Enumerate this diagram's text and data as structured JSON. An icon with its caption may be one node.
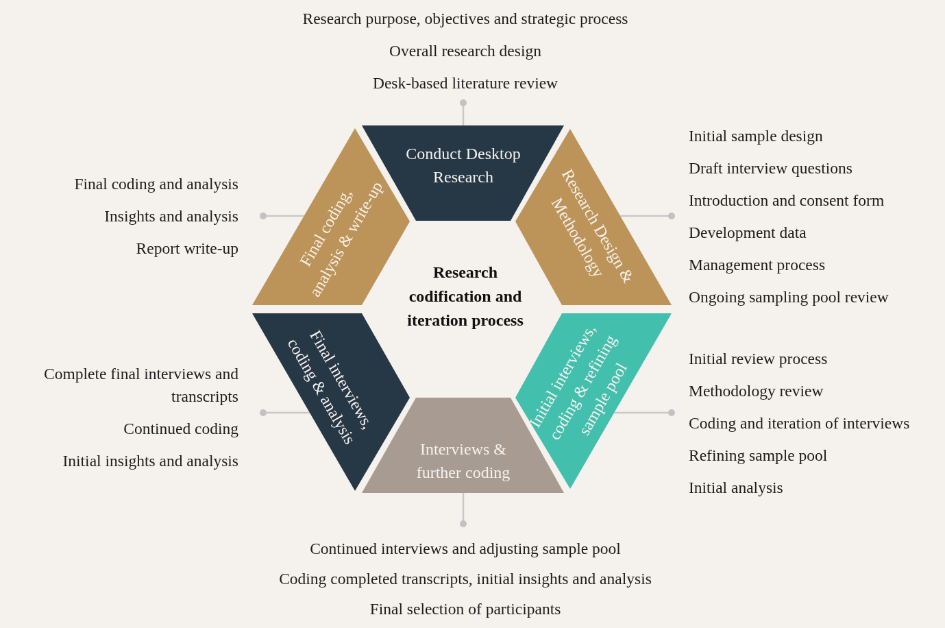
{
  "diagram": {
    "nodes": [
      {
        "text": [
          "Conduct Desktop Research"
        ]
      },
      {
        "text": [
          "Research Design & Methodology"
        ]
      },
      {
        "text": [
          "Initial interviews, coding & refining sample pool"
        ]
      },
      {
        "text": [
          "Interviews & further coding"
        ]
      },
      {
        "text": [
          "Final interviews, coding & analysis"
        ]
      },
      {
        "text": [
          "Final coding, analysis & write-up"
        ]
      },
      {
        "text": [
          "Research purpose, objectives and strategic process",
          "Overall research design",
          "Desk-based literature review"
        ]
      },
      {
        "text": [
          "Initial sample design",
          "Draft interview questions",
          "Introduction and consent form",
          "Development data",
          "Management process",
          "Ongoing sampling pool review"
        ]
      },
      {
        "text": [
          "Initial review process",
          "Methodology review",
          "Coding and iteration of interviews",
          "Refining sample pool",
          "Initial analysis"
        ]
      },
      {
        "text": [
          "Continued interviews and adjusting sample pool",
          "Coding completed transcripts, initial insights and analysis",
          "Final selection of participants"
        ]
      },
      {
        "text": [
          "Complete final interviews and transcripts",
          "Continued coding",
          "Initial insights and analysis"
        ]
      },
      {
        "text": [
          "Final coding and analysis",
          "Insights and analysis",
          "Report write-up"
        ]
      }
    ],
    "edges": [
      {
        "from": 0,
        "to": 6,
        "arrow": "other"
      },
      {
        "from": 1,
        "to": 7,
        "arrow": "other"
      },
      {
        "from": 2,
        "to": 8,
        "arrow": "other"
      },
      {
        "from": 3,
        "to": 9,
        "arrow": "other"
      },
      {
        "from": 4,
        "to": 10,
        "arrow": "other"
      },
      {
        "from": 5,
        "to": 11,
        "arrow": "other"
      }
    ],
    "labels": [
      "Research codification and iteration process"
    ]
  }
}
